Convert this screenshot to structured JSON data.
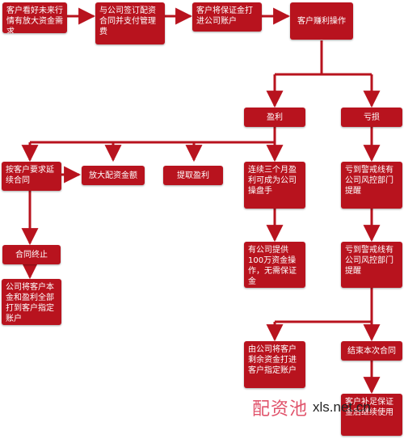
{
  "colors": {
    "box": "#b8131e",
    "line": "#b8131e",
    "watermark": "#e0526a"
  },
  "nodes": {
    "n1": "客户看好未来行情有放大资金需求",
    "n2": "与公司签订配资合同并支付管理费",
    "n3": "客户将保证金打进公司账户",
    "n4": "客户赚利操作",
    "profit": "盈利",
    "loss": "亏损",
    "extend": "按客户要求延续合同",
    "enlarge": "放大配资金额",
    "withdraw": "提取盈利",
    "trader": "连续三个月盈利可成为公司操盘手",
    "warn1": "亏到警戒线有公司风控部门提醒",
    "terminate": "合同终止",
    "provide": "有公司提供100万资金操作，无需保证金",
    "warn2": "亏到警戒线有公司风控部门提醒",
    "refund_all": "公司将客户本金和盈利全部打到客户指定账户",
    "refund_rest": "由公司将客户剩余资金打进客户指定账户",
    "end_contract": "结束本次合同",
    "continue": "客户补足保证金后继续使用"
  },
  "watermark": {
    "logo": "配资池",
    "url": "xls.net.cn"
  }
}
